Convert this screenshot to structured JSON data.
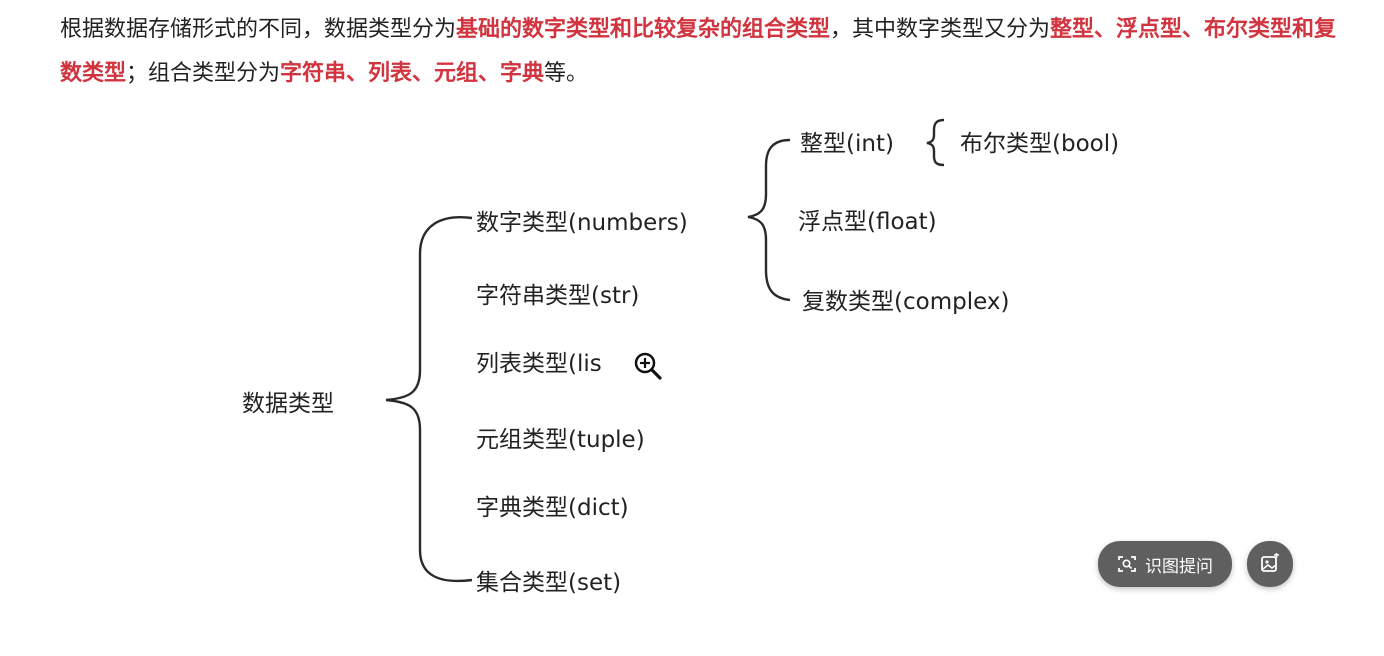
{
  "intro": {
    "s1": "根据数据存储形式的不同，数据类型分为",
    "h1": "基础的数字类型和比较复杂的组合类型",
    "s2": "，其中数字类型又分为",
    "h2": "整型、浮点型、布尔类型和复数类型",
    "s3": "；组合类型分为",
    "h3": "字符串、列表、元组、字典",
    "s4": "等。"
  },
  "diagram": {
    "root": "数据类型",
    "numbers": "数字类型(numbers)",
    "str": "字符串类型(str)",
    "list": "列表类型(lis",
    "tuple": "元组类型(tuple)",
    "dict": "字典类型(dict)",
    "set": "集合类型(set)",
    "int": "整型(int)",
    "bool": "布尔类型(bool)",
    "float": "浮点型(float)",
    "complex": "复数类型(complex)"
  },
  "toolbar": {
    "ask_label": "识图提问",
    "ask_icon": "scan-icon",
    "image_icon": "image-edit-icon",
    "bg_color": "#5f5f5f"
  },
  "colors": {
    "highlight": "#d1343f",
    "text": "#222222"
  }
}
